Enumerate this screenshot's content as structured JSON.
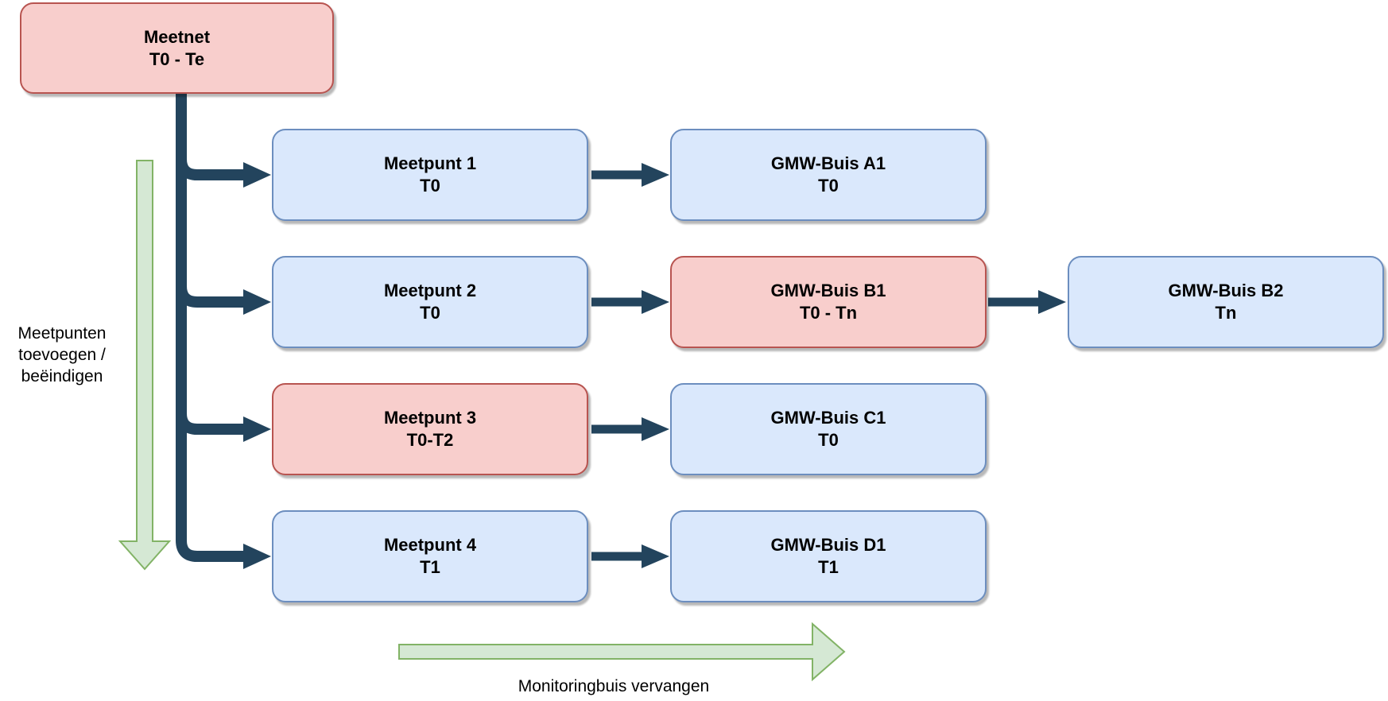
{
  "diagram": {
    "title_node": {
      "title": "Meetnet",
      "period": "T0 - Te",
      "variant": "red"
    },
    "rows": [
      {
        "meetpunt": {
          "title": "Meetpunt 1",
          "period": "T0",
          "variant": "blue"
        },
        "buis": {
          "title": "GMW-Buis A1",
          "period": "T0",
          "variant": "blue"
        }
      },
      {
        "meetpunt": {
          "title": "Meetpunt 2",
          "period": "T0",
          "variant": "blue"
        },
        "buis": {
          "title": "GMW-Buis B1",
          "period": "T0 - Tn",
          "variant": "red"
        },
        "buis2": {
          "title": "GMW-Buis B2",
          "period": "Tn",
          "variant": "blue"
        }
      },
      {
        "meetpunt": {
          "title": "Meetpunt 3",
          "period": "T0-T2",
          "variant": "red"
        },
        "buis": {
          "title": "GMW-Buis C1",
          "period": "T0",
          "variant": "blue"
        }
      },
      {
        "meetpunt": {
          "title": "Meetpunt 4",
          "period": "T1",
          "variant": "blue"
        },
        "buis": {
          "title": "GMW-Buis D1",
          "period": "T1",
          "variant": "blue"
        }
      }
    ],
    "left_label": {
      "line1": "Meetpunten",
      "line2": "toevoegen /",
      "line3": "beëindigen"
    },
    "bottom_label": "Monitoringbuis vervangen",
    "colors": {
      "node_blue_fill": "#dae8fc",
      "node_blue_border": "#6c8ebf",
      "node_red_fill": "#f8cecc",
      "node_red_border": "#b85450",
      "connector_dark": "#23445d",
      "arrow_green_fill": "#d5e8d4",
      "arrow_green_border": "#82b366"
    }
  }
}
